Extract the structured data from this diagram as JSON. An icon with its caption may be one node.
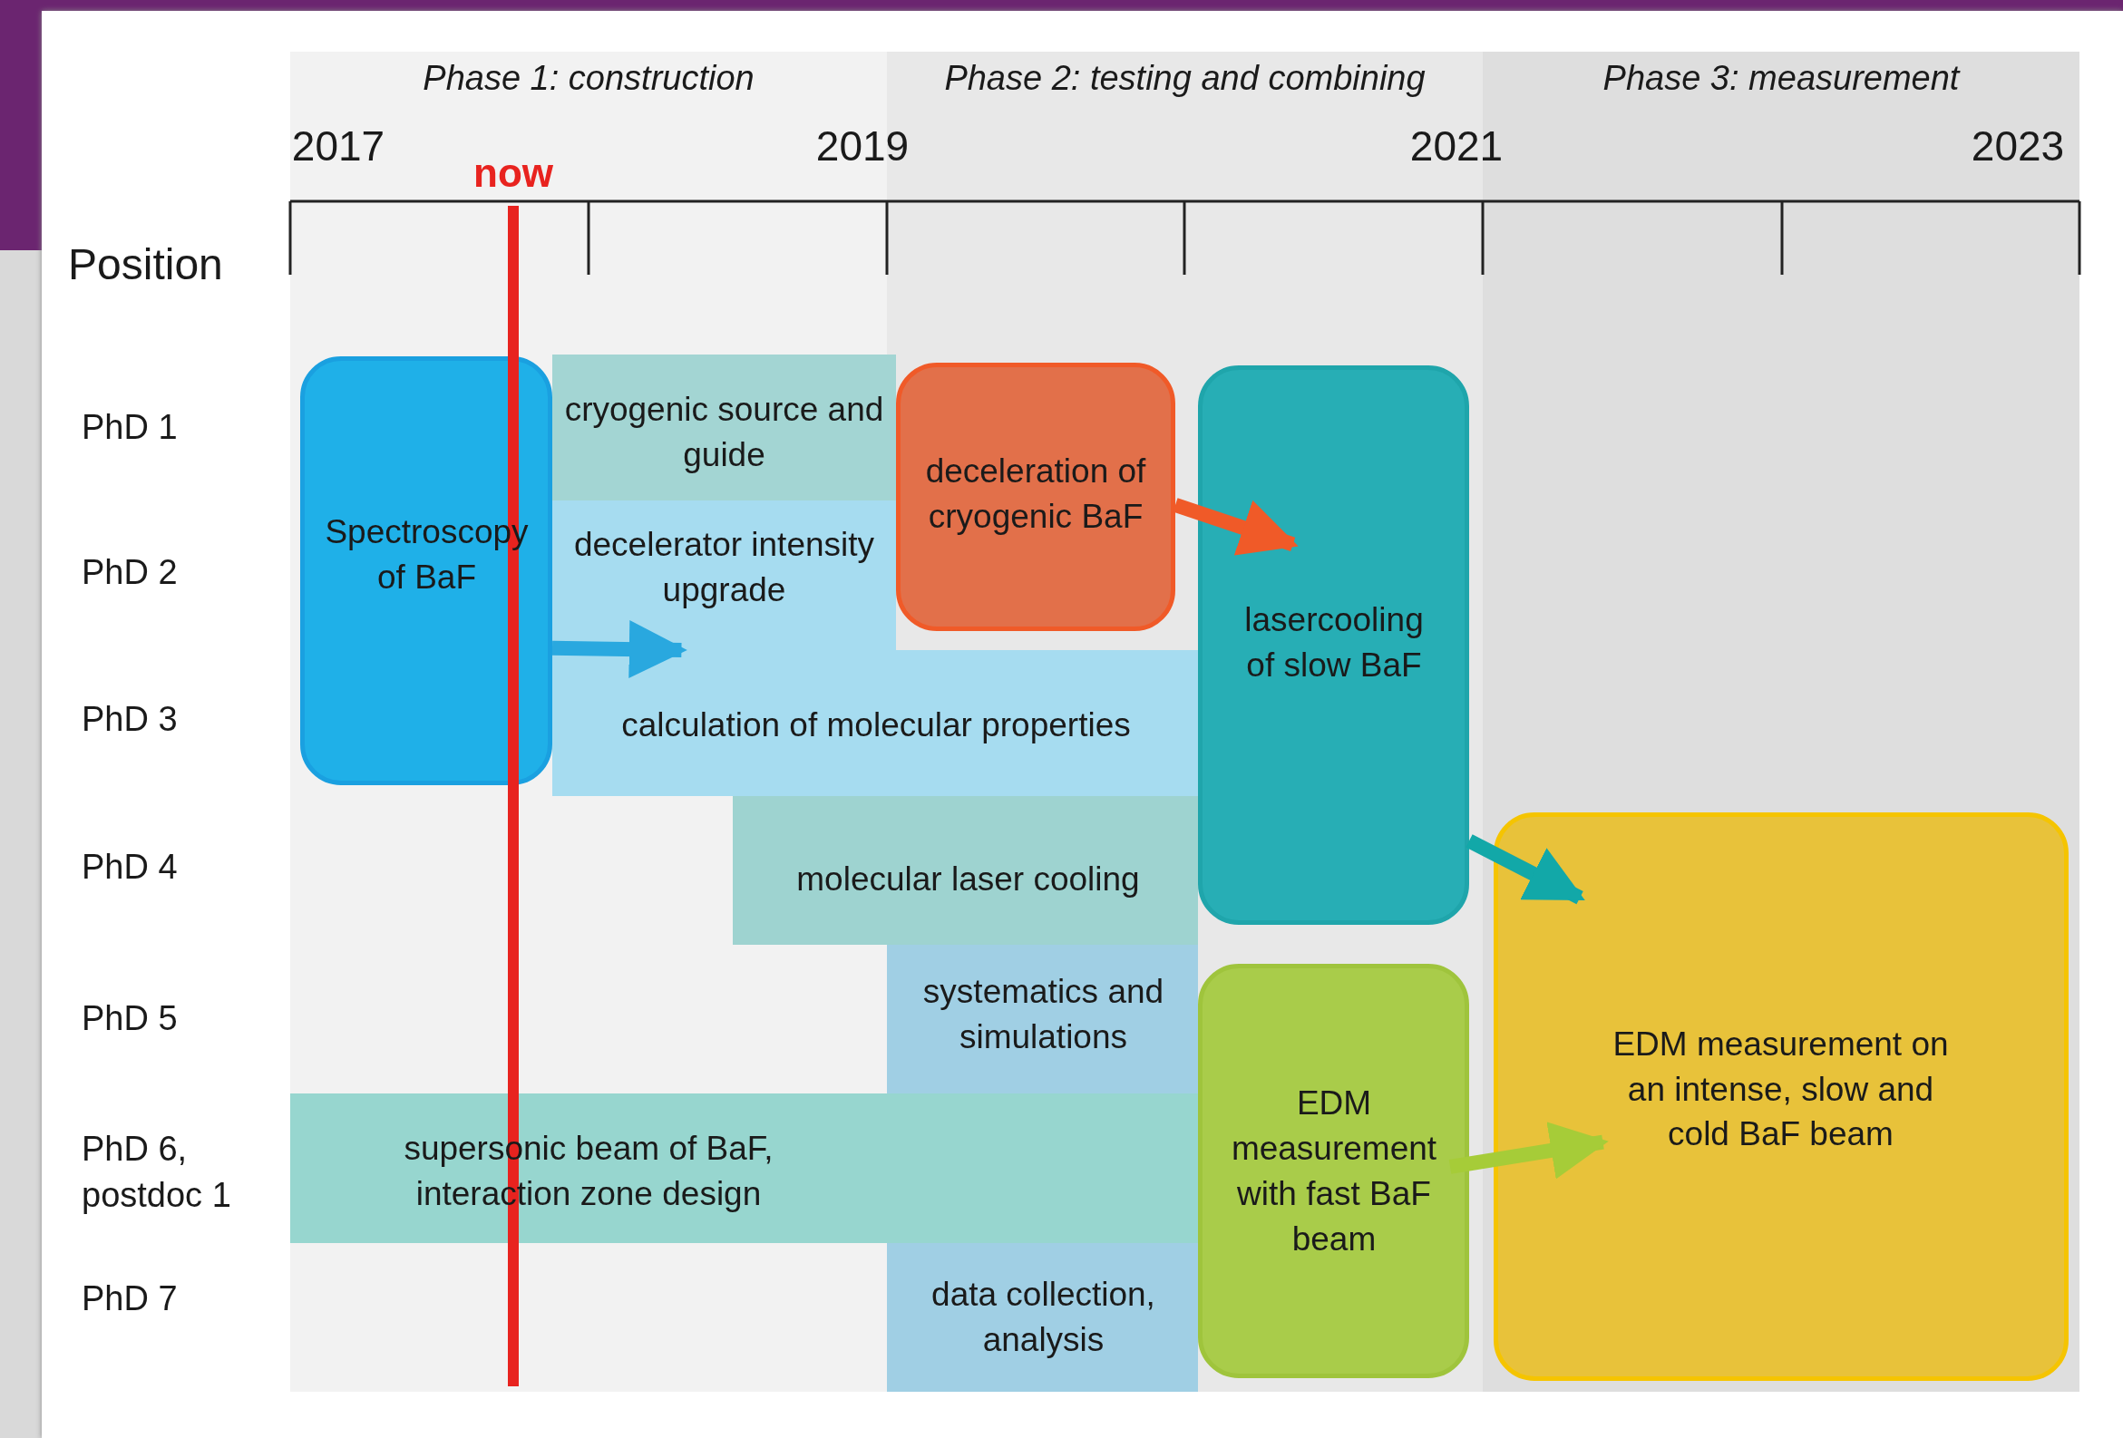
{
  "diagram": {
    "nodes": [
      {
        "text": [
          "Phase 1: construction"
        ]
      },
      {
        "text": [
          "Phase 2: testing and combining"
        ]
      },
      {
        "text": [
          "Phase 3: measurement"
        ]
      },
      {
        "text": [
          "Spectroscopy of BaF"
        ]
      },
      {
        "text": [
          "cryogenic source and guide"
        ]
      },
      {
        "text": [
          "deceleration of cryogenic BaF"
        ]
      },
      {
        "text": [
          "lasercooling of slow BaF"
        ]
      },
      {
        "text": [
          "decelerator intensity upgrade"
        ]
      },
      {
        "text": [
          "calculation of molecular properties"
        ]
      },
      {
        "text": [
          "molecular laser cooling"
        ]
      },
      {
        "text": [
          "EDM measurement on an intense, slow and cold BaF beam"
        ]
      },
      {
        "text": [
          "systematics and simulations"
        ]
      },
      {
        "text": [
          "EDM measurement with fast BaF beam"
        ]
      },
      {
        "text": [
          "supersonic beam of BaF, interaction zone design"
        ]
      },
      {
        "text": [
          "data collection, analysis"
        ]
      }
    ],
    "edges": [
      {
        "from": 3,
        "to": 8,
        "arrow": "to",
        "color": "#29a8df"
      },
      {
        "from": 5,
        "to": 6,
        "arrow": "to",
        "color": "#f05a28"
      },
      {
        "from": 6,
        "to": 10,
        "arrow": "to",
        "color": "#12a8a8"
      },
      {
        "from": 12,
        "to": 10,
        "arrow": "to",
        "color": "#a6cc38"
      }
    ],
    "labels": [
      "2017",
      "2019",
      "2021",
      "2023",
      "now",
      "Position",
      "PhD 1",
      "PhD 2",
      "PhD 3",
      "PhD 4",
      "PhD 5",
      "PhD 6, postdoc 1",
      "PhD 7"
    ]
  }
}
